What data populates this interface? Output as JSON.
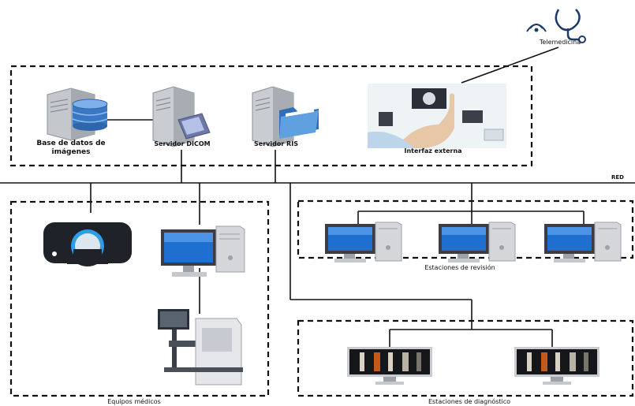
{
  "labels": {
    "telemedicina": "Telemedicina",
    "base_datos_line1": "Base de datos de",
    "base_datos_line2": "imágenes",
    "servidor_dicom": "Servidor DICOM",
    "servidor_ris": "Servidor RIS",
    "interfaz_externa": "Interfaz externa",
    "red": "RED",
    "estaciones_revision": "Estaciones de revisión",
    "equipos_medicos": "Equipos médicos",
    "estaciones_diagnostico": "Estaciones de diagnóstico"
  },
  "colors": {
    "line": "#111111",
    "server_gray": "#b9bcc1",
    "db_blue": "#3b78c4",
    "screen_blue": "#1f6fd0",
    "scanner_blue": "#2c9de6"
  },
  "icons": {
    "telemedicine": "stethoscope-signal-icon",
    "database": "database-server-icon",
    "dicom": "dicom-server-icon",
    "ris": "ris-server-icon",
    "external": "touch-interface-image",
    "scanner": "ct-scanner-icon",
    "workstation": "desktop-computer-icon",
    "diagnostic": "diagnostic-monitor-icon"
  }
}
